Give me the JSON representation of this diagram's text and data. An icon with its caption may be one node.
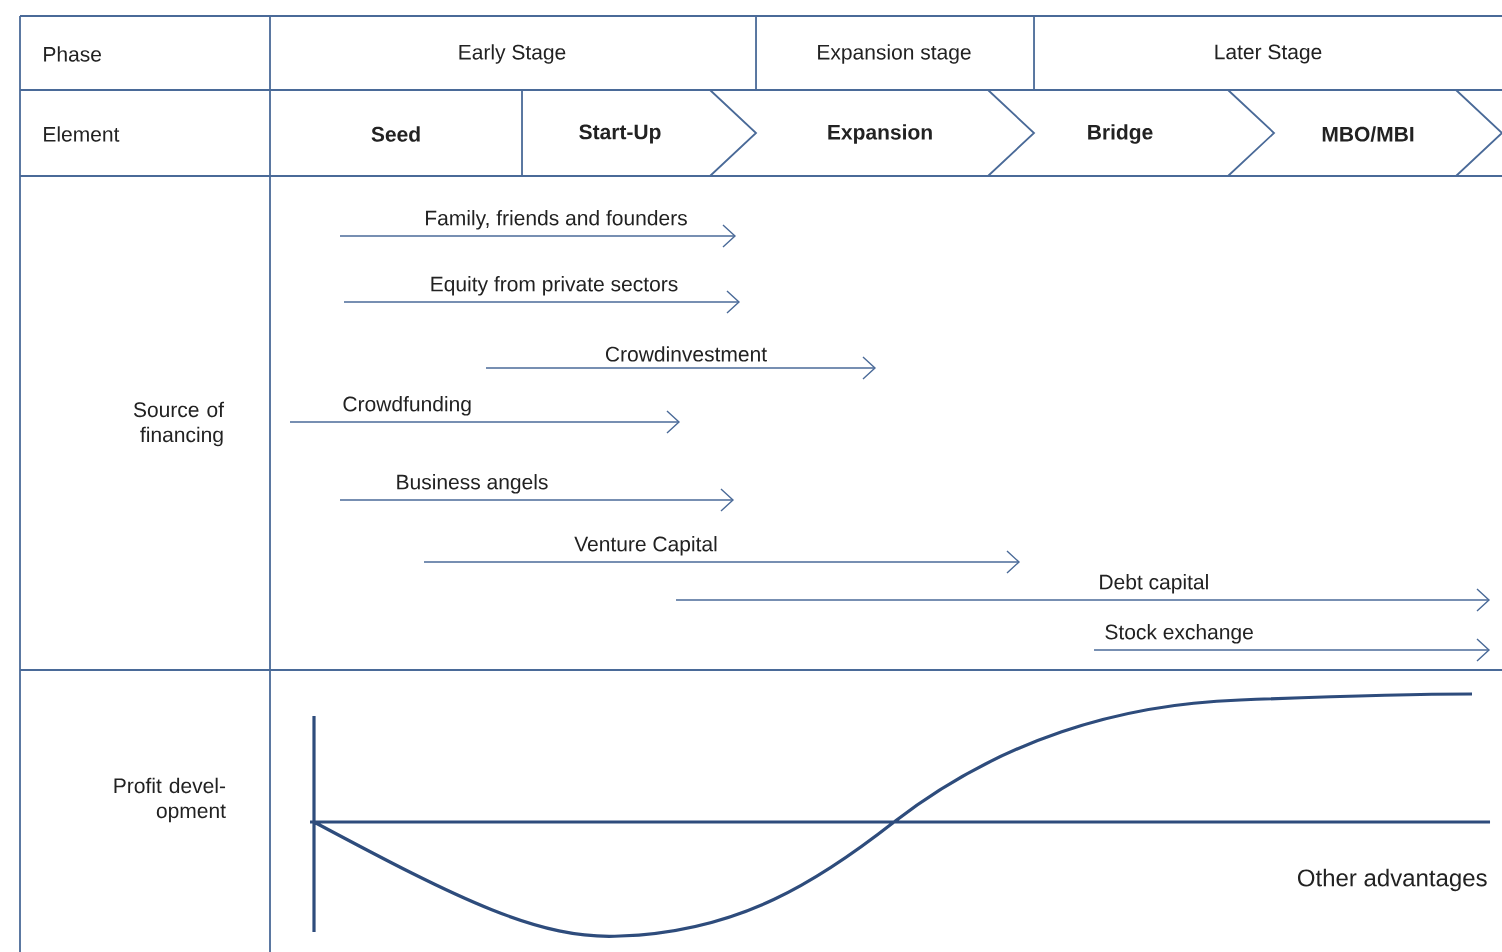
{
  "diagram": {
    "labels": [
      "Phase",
      "Early Stage",
      "Expansion stage",
      "Later Stage",
      "Element",
      "Seed",
      "Start-Up",
      "Expansion",
      "Bridge",
      "MBO/MBI",
      "Source of financing",
      "Family, friends and founders",
      "Equity from private sectors",
      "Crowdinvestment",
      "Crowdfunding",
      "Business angels",
      "Venture Capital",
      "Debt capital",
      "Stock exchange",
      "Profit devel- opment",
      "Other advantages"
    ]
  }
}
